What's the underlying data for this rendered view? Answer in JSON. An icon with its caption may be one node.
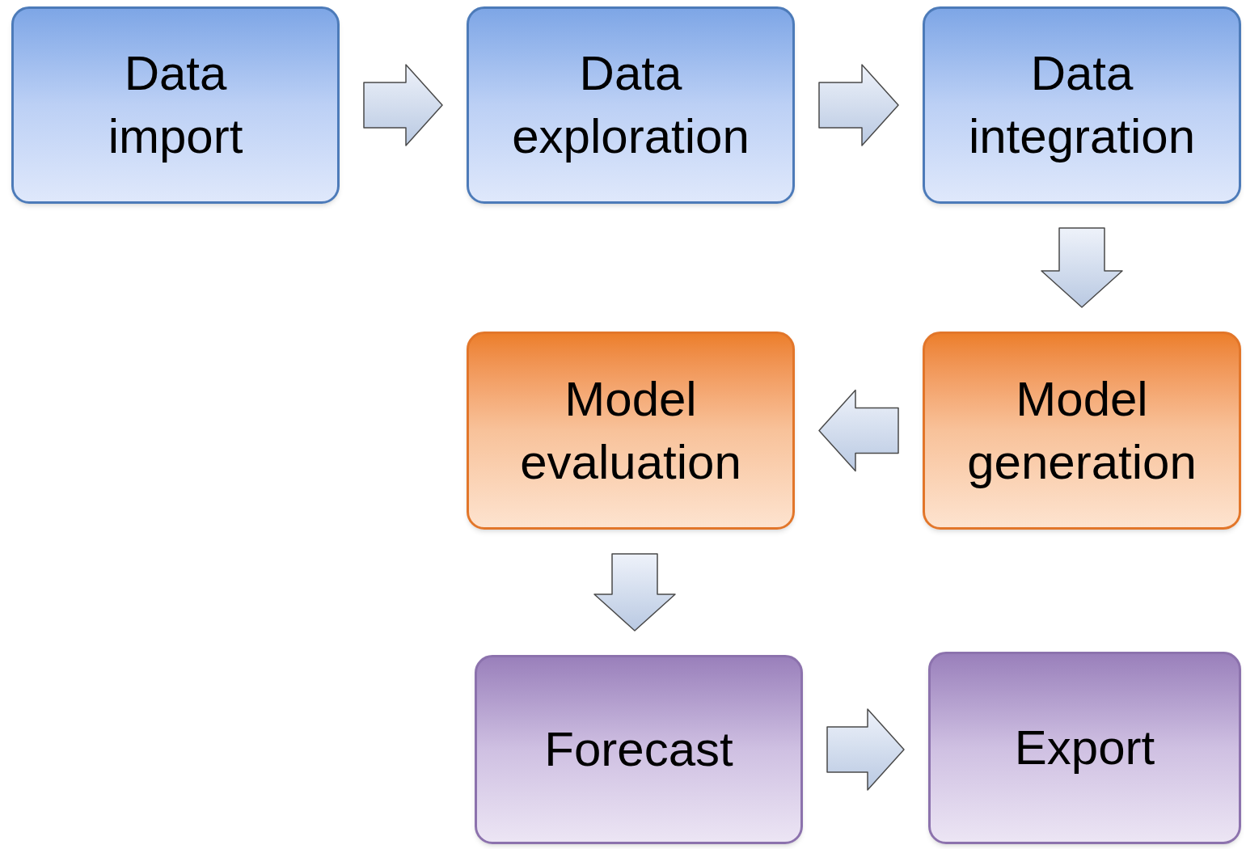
{
  "diagram": {
    "nodes": [
      {
        "text": [
          "Data import"
        ]
      },
      {
        "text": [
          "Data exploration"
        ]
      },
      {
        "text": [
          "Data integration"
        ]
      },
      {
        "text": [
          "Model evaluation"
        ]
      },
      {
        "text": [
          "Model generation"
        ]
      },
      {
        "text": [
          "Forecast"
        ]
      },
      {
        "text": [
          "Export"
        ]
      }
    ],
    "edges": [
      {
        "from": 0,
        "to": 1,
        "arrow": "to"
      },
      {
        "from": 1,
        "to": 2,
        "arrow": "to"
      },
      {
        "from": 2,
        "to": 4,
        "arrow": "to"
      },
      {
        "from": 4,
        "to": 3,
        "arrow": "to"
      },
      {
        "from": 3,
        "to": 5,
        "arrow": "to"
      },
      {
        "from": 5,
        "to": 6,
        "arrow": "to"
      }
    ]
  }
}
